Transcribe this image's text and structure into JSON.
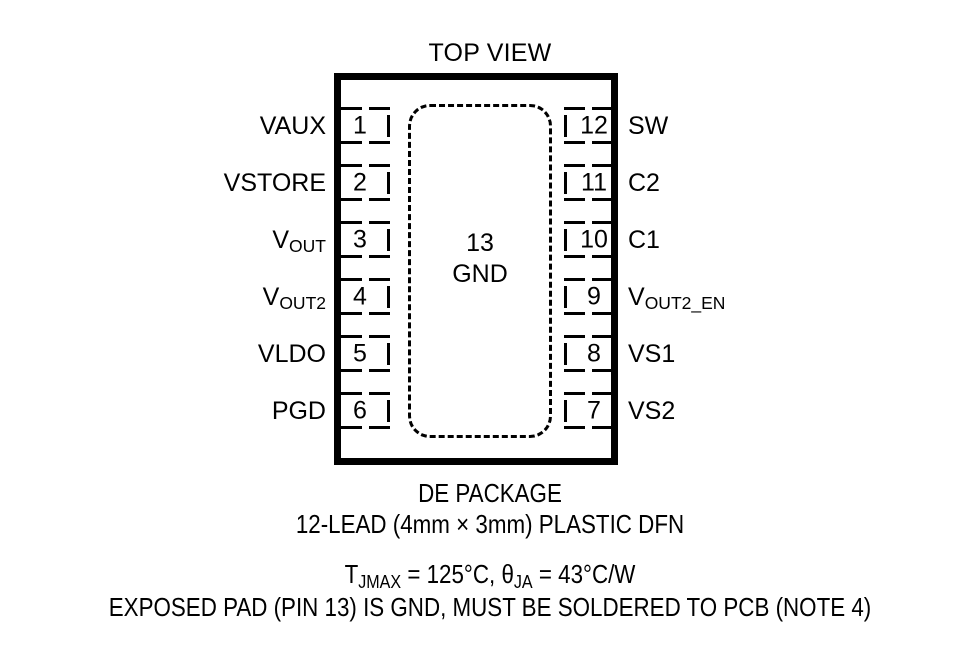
{
  "diagram": {
    "view_label": "TOP VIEW",
    "exposed_pad": {
      "pin_number": "13",
      "name": "GND"
    },
    "pins_left": [
      {
        "number": "1",
        "label": "VAUX",
        "sub": ""
      },
      {
        "number": "2",
        "label": "VSTORE",
        "sub": ""
      },
      {
        "number": "3",
        "label": "V",
        "sub": "OUT"
      },
      {
        "number": "4",
        "label": "V",
        "sub": "OUT2"
      },
      {
        "number": "5",
        "label": "VLDO",
        "sub": ""
      },
      {
        "number": "6",
        "label": "PGD",
        "sub": ""
      }
    ],
    "pins_right": [
      {
        "number": "12",
        "label": "SW",
        "sub": ""
      },
      {
        "number": "11",
        "label": "C2",
        "sub": ""
      },
      {
        "number": "10",
        "label": "C1",
        "sub": ""
      },
      {
        "number": "9",
        "label": "V",
        "sub": "OUT2_EN"
      },
      {
        "number": "8",
        "label": "VS1",
        "sub": ""
      },
      {
        "number": "7",
        "label": "VS2",
        "sub": ""
      }
    ],
    "caption": {
      "package_name": "DE PACKAGE",
      "lead_info": "12-LEAD (4mm × 3mm) PLASTIC DFN",
      "thermal_prefix": "T",
      "thermal_sub1": "JMAX",
      "thermal_mid": " = 125°C, θ",
      "thermal_sub2": "JA",
      "thermal_tail": " = 43°C/W",
      "note": "EXPOSED PAD (PIN 13) IS GND, MUST BE SOLDERED TO PCB (NOTE 4)"
    },
    "colors": {
      "ink": "#000000",
      "background": "#ffffff"
    }
  }
}
